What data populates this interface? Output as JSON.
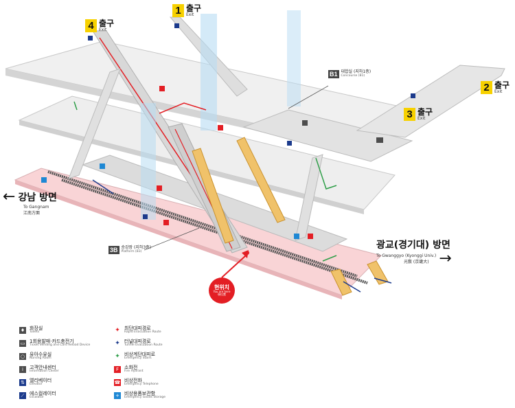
{
  "exits": [
    {
      "number": "1",
      "label_ko": "출구",
      "label_en": "Exit"
    },
    {
      "number": "2",
      "label_ko": "출구",
      "label_en": "Exit"
    },
    {
      "number": "3",
      "label_ko": "출구",
      "label_en": "Exit"
    },
    {
      "number": "4",
      "label_ko": "출구",
      "label_en": "Exit"
    }
  ],
  "levels": [
    {
      "code": "B1",
      "name_ko": "대합실 (지하1층)",
      "name_en": "Concourse (B1)"
    },
    {
      "code": "3B",
      "name_ko": "승강장 (지하3층)",
      "name_en": "Platform (B3)"
    }
  ],
  "directions": [
    {
      "name_ko": "강남 방면",
      "name_en": "To Gangnam",
      "name_hanja": "江南方面",
      "arrow": "←"
    },
    {
      "name_ko": "광교(경기대) 방면",
      "name_en": "To Gwanggyo (Kyonggi Univ.)",
      "name_hanja": "光敎 (京畿大)",
      "arrow": "→"
    }
  ],
  "current_location": {
    "label_ko": "현위치",
    "label_en": "You are here",
    "label_hanja": "現位置"
  },
  "legend": [
    {
      "icon": "restroom-icon",
      "label_ko": "화장실",
      "label_en": "Toilets",
      "color": "#4d4d4d"
    },
    {
      "icon": "ticket-machine-icon",
      "label_ko": "1회용발매·카드충전기",
      "label_en": "Ticket Vending and Card Reload Device",
      "color": "#4d4d4d"
    },
    {
      "icon": "nursing-room-icon",
      "label_ko": "유아수유실",
      "label_en": "Nursing Room",
      "color": "#4d4d4d"
    },
    {
      "icon": "information-icon",
      "label_ko": "고객안내센터",
      "label_en": "Information Center",
      "color": "#4d4d4d"
    },
    {
      "icon": "elevator-icon",
      "label_ko": "엘리베이터",
      "label_en": "Elevator",
      "color": "#1b3a8c"
    },
    {
      "icon": "escalator-icon",
      "label_ko": "에스컬레이터",
      "label_en": "Escalator",
      "color": "#1b3a8c"
    },
    {
      "icon": "rapid-evacuation-icon",
      "label_ko": "최단대피경로",
      "label_en": "Rapid Evacuation Route",
      "color": "#e31e24"
    },
    {
      "icon": "tunnel-evacuation-icon",
      "label_ko": "터널대피경로",
      "label_en": "Tunnel Evacuation Route",
      "color": "#1b3a8c"
    },
    {
      "icon": "emergency-stairs-icon",
      "label_ko": "비상계단대피로",
      "label_en": "Emergency Stairs",
      "color": "#2e9e48"
    },
    {
      "icon": "fire-hydrant-icon",
      "label_ko": "소화전",
      "label_en": "Fire Hydrant",
      "color": "#e31e24"
    },
    {
      "icon": "emergency-phone-icon",
      "label_ko": "비상전화",
      "label_en": "Emergency Telephone",
      "color": "#e31e24"
    },
    {
      "icon": "emergency-storage-icon",
      "label_ko": "비상용품보관함",
      "label_en": "Emergency Goods Storage",
      "color": "#1e88d4"
    }
  ],
  "colors": {
    "exit_badge": "#f7d100",
    "platform_floor": "#f9d4d6",
    "structure": "#e8e8e8",
    "elevator_shaft": "#b8dcf3",
    "rapid_route": "#e31e24",
    "tunnel_route": "#1b3a8c",
    "stairs_route": "#2e9e48"
  }
}
